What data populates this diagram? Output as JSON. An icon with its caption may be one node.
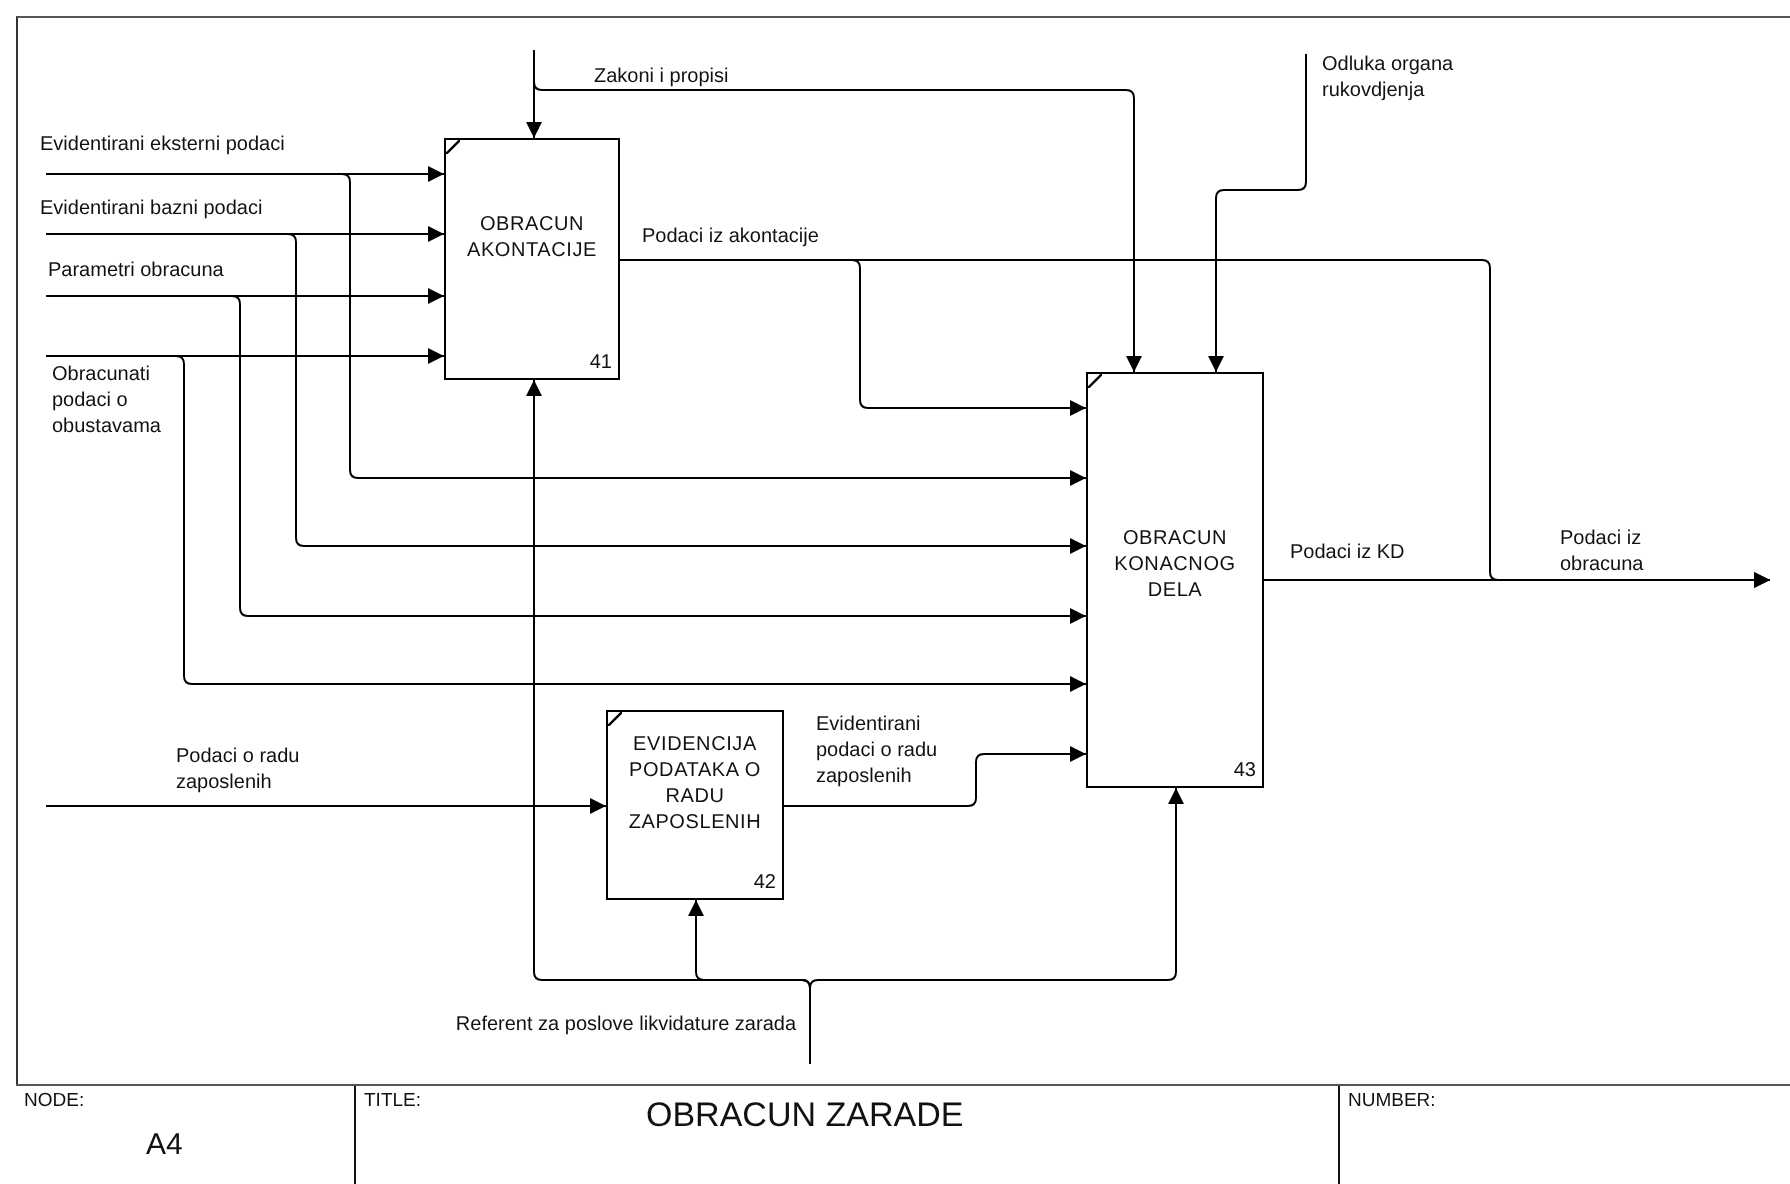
{
  "diagram": {
    "title": "OBRACUN ZARADE",
    "nodes": [
      {
        "text": [
          "OBRACUN AKONTACIJE",
          "41"
        ]
      },
      {
        "text": [
          "OBRACUN KONACNOG DELA",
          "43"
        ]
      },
      {
        "text": [
          "EVIDENCIJA PODATAKA O RADU ZAPOSLENIH",
          "42"
        ]
      }
    ],
    "edges": [
      {
        "from": null,
        "to": 0,
        "arrow": "to",
        "label": "Evidentirani eksterni podaci"
      },
      {
        "from": null,
        "to": 1,
        "arrow": "to"
      },
      {
        "from": null,
        "to": 0,
        "arrow": "to",
        "label": "Evidentirani bazni podaci"
      },
      {
        "from": null,
        "to": 1,
        "arrow": "to"
      },
      {
        "from": null,
        "to": 0,
        "arrow": "to",
        "label": "Parametri obracuna"
      },
      {
        "from": null,
        "to": 1,
        "arrow": "to"
      },
      {
        "from": null,
        "to": 0,
        "arrow": "to",
        "label": "Obracunati podaci o obustavama"
      },
      {
        "from": null,
        "to": 1,
        "arrow": "to"
      },
      {
        "from": null,
        "to": 0,
        "arrow": "to"
      },
      {
        "from": null,
        "to": 1,
        "arrow": "to",
        "label": "Zakoni i propisi"
      },
      {
        "from": null,
        "to": 1,
        "arrow": "to",
        "label": "Odluka organa rukovdjenja"
      },
      {
        "from": 0,
        "to": 1,
        "arrow": "to",
        "label": "Podaci iz akontacije"
      },
      {
        "from": 0,
        "to": null,
        "arrow": "to"
      },
      {
        "from": 1,
        "to": null,
        "arrow": "to",
        "label": "Podaci iz KD"
      },
      {
        "from": null,
        "to": 2,
        "arrow": "to",
        "label": "Podaci o radu zaposlenih"
      },
      {
        "from": 2,
        "to": 1,
        "arrow": "to",
        "label": "Evidentirani podaci o radu zaposlenih"
      },
      {
        "from": null,
        "to": 0,
        "arrow": "to",
        "label": "Referent za poslove likvidature zarada"
      },
      {
        "from": null,
        "to": 2,
        "arrow": "to"
      },
      {
        "from": null,
        "to": 1,
        "arrow": "to"
      }
    ],
    "labels": [
      "Podaci iz obracuna",
      "NODE:",
      "A4",
      "TITLE:",
      "NUMBER:"
    ]
  }
}
